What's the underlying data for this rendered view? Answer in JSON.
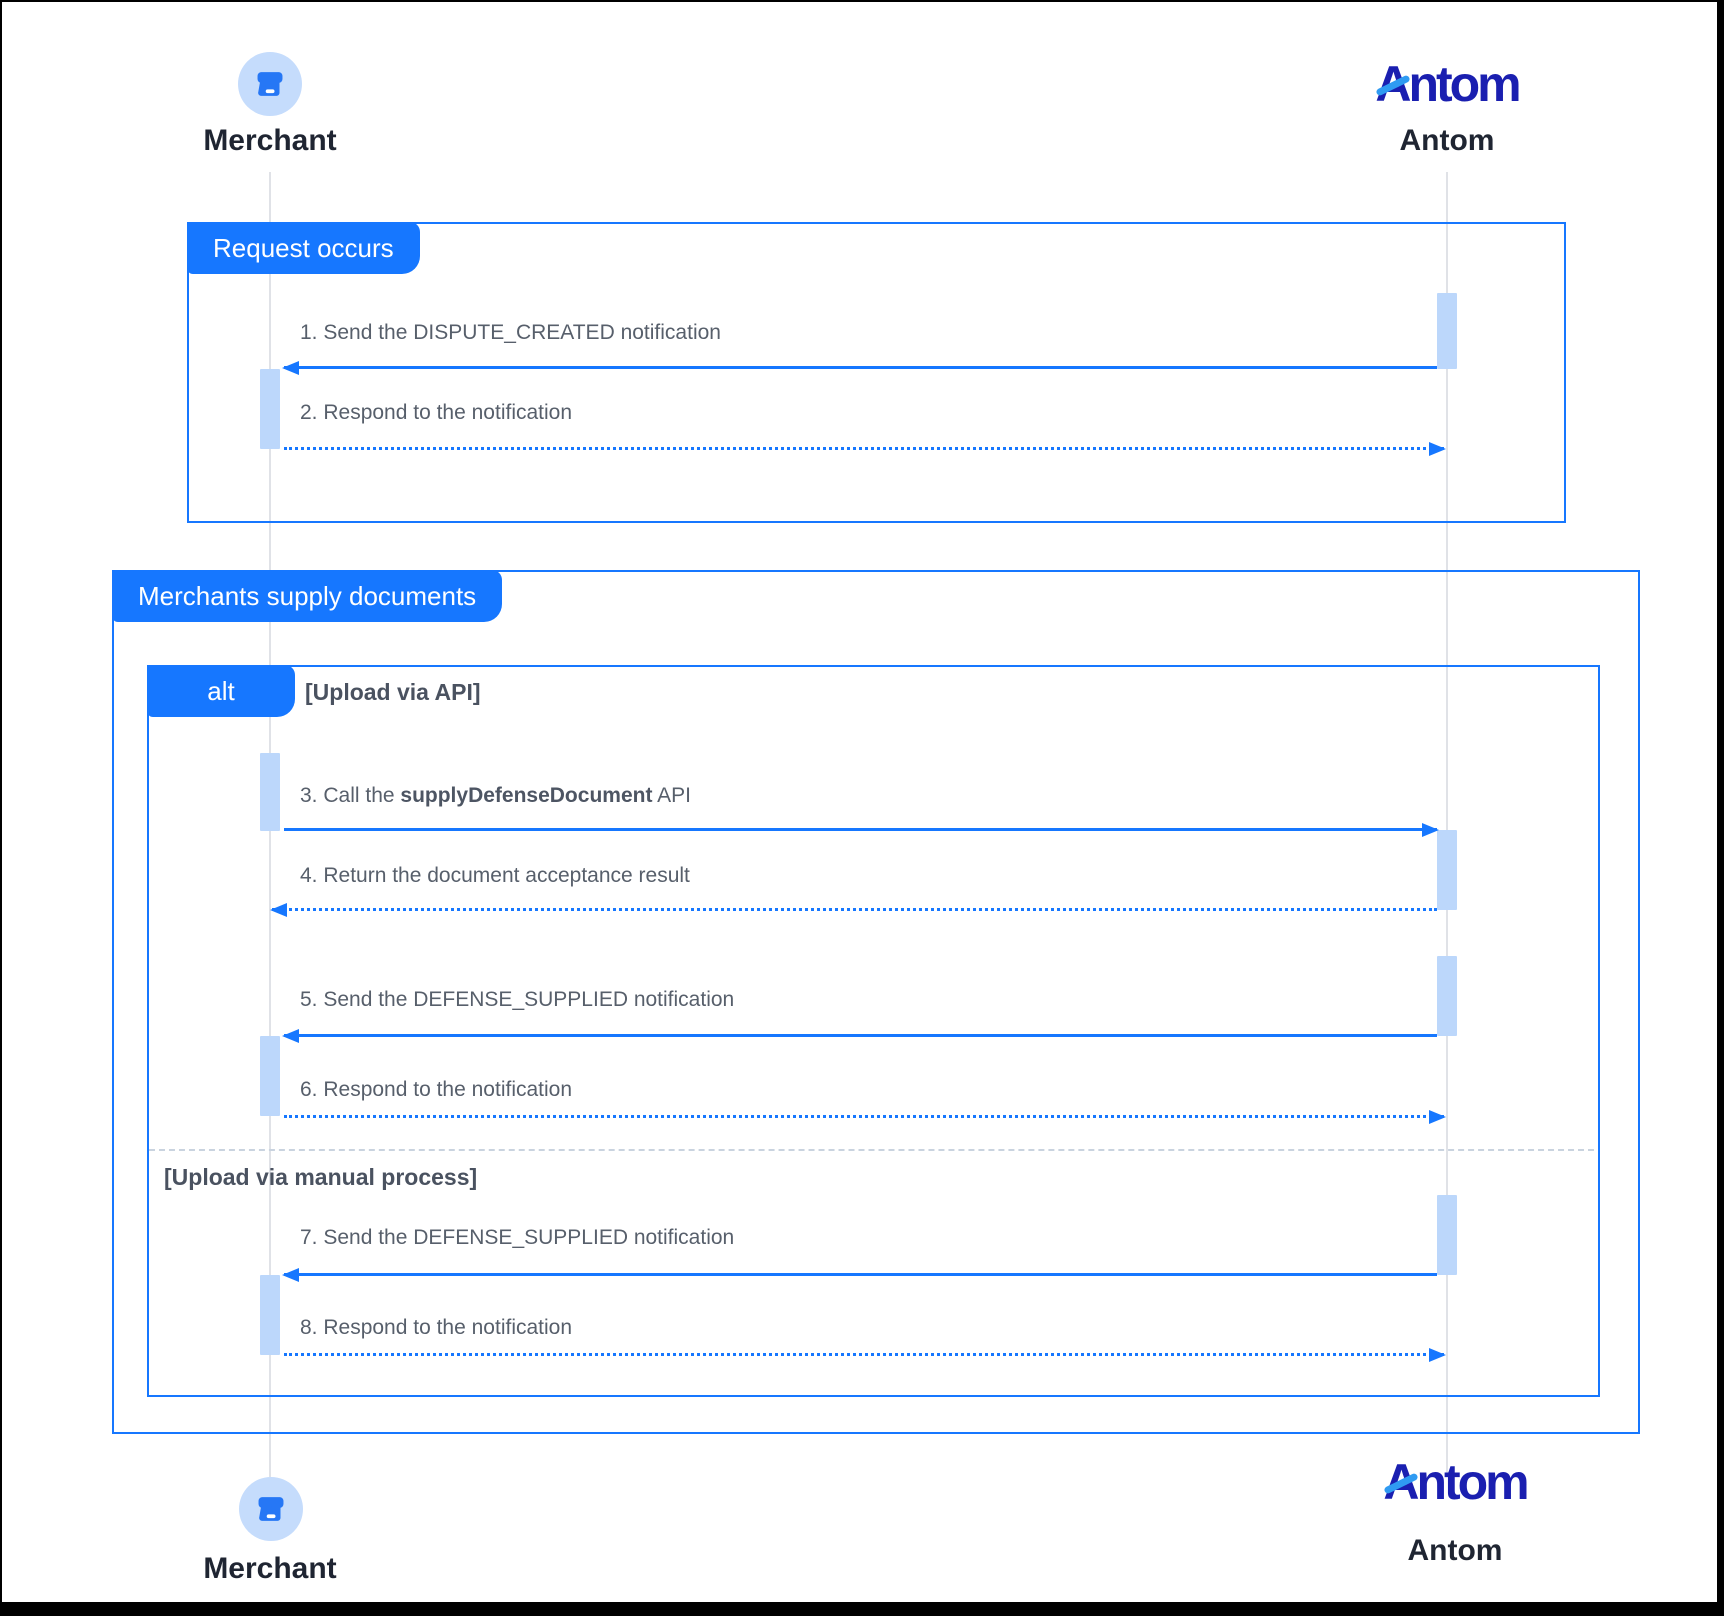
{
  "actors": {
    "merchant": {
      "name": "Merchant"
    },
    "antom": {
      "name": "Antom",
      "logo_text": "Antom"
    }
  },
  "frames": {
    "request": {
      "title": "Request occurs"
    },
    "supply": {
      "title": "Merchants supply documents"
    },
    "alt": {
      "operator": "alt",
      "condition_api": "[Upload via API]",
      "condition_manual": "[Upload via manual process]"
    }
  },
  "messages": {
    "m1": {
      "text": "1. Send the DISPUTE_CREATED notification",
      "from": "Antom",
      "to": "Merchant",
      "line": "solid"
    },
    "m2": {
      "text": "2. Respond to the notification",
      "from": "Merchant",
      "to": "Antom",
      "line": "dotted"
    },
    "m3": {
      "prefix": "3. Call the ",
      "bold": "supplyDefenseDocument",
      "suffix": " API",
      "from": "Merchant",
      "to": "Antom",
      "line": "solid"
    },
    "m4": {
      "text": "4. Return the document acceptance result",
      "from": "Antom",
      "to": "Merchant",
      "line": "dotted"
    },
    "m5": {
      "text": "5. Send the DEFENSE_SUPPLIED notification",
      "from": "Antom",
      "to": "Merchant",
      "line": "solid"
    },
    "m6": {
      "text": "6. Respond to the notification",
      "from": "Merchant",
      "to": "Antom",
      "line": "dotted"
    },
    "m7": {
      "text": "7. Send the DEFENSE_SUPPLIED notification",
      "from": "Antom",
      "to": "Merchant",
      "line": "solid"
    },
    "m8": {
      "text": "8. Respond to the notification",
      "from": "Merchant",
      "to": "Antom",
      "line": "dotted"
    }
  },
  "colors": {
    "accent_blue": "#1677ff",
    "activation_fill": "#bcd7fb",
    "lifeline_gray": "#e0e2e7",
    "message_text": "#575f6b",
    "actor_text": "#1f2532",
    "condition_text": "#4a5260",
    "divider": "#c9d3df",
    "logo_blue": "#1a1fb0",
    "logo_accent": "#2f9bf2",
    "avatar_bg": "#c5dcfc",
    "avatar_icon": "#2677f5"
  }
}
